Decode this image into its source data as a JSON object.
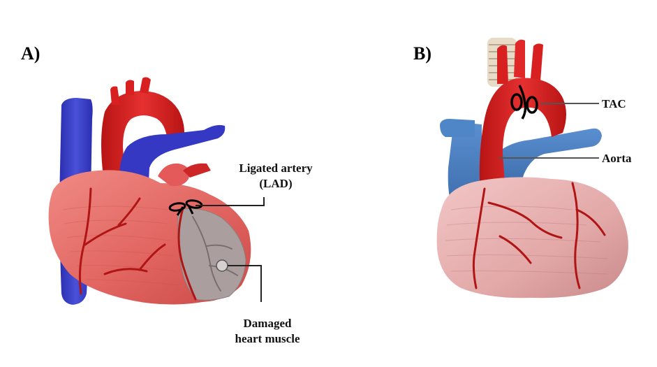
{
  "panels": [
    {
      "label": "A)",
      "callouts": {
        "ligated_artery_line1": "Ligated artery",
        "ligated_artery_line2": "(LAD)",
        "damaged_line1": "Damaged",
        "damaged_line2": "heart muscle"
      }
    },
    {
      "label": "B)",
      "callouts": {
        "tac": "TAC",
        "aorta": "Aorta"
      }
    }
  ],
  "colors": {
    "vena_blue": "#3a3fc8",
    "artery_red": "#d81e1e",
    "heart_pink_a": "#e3706c",
    "heart_pink_b": "#e8b3b4",
    "damaged_gray": "#a89c9c",
    "vessel_blue_b": "#4d7fc2"
  }
}
